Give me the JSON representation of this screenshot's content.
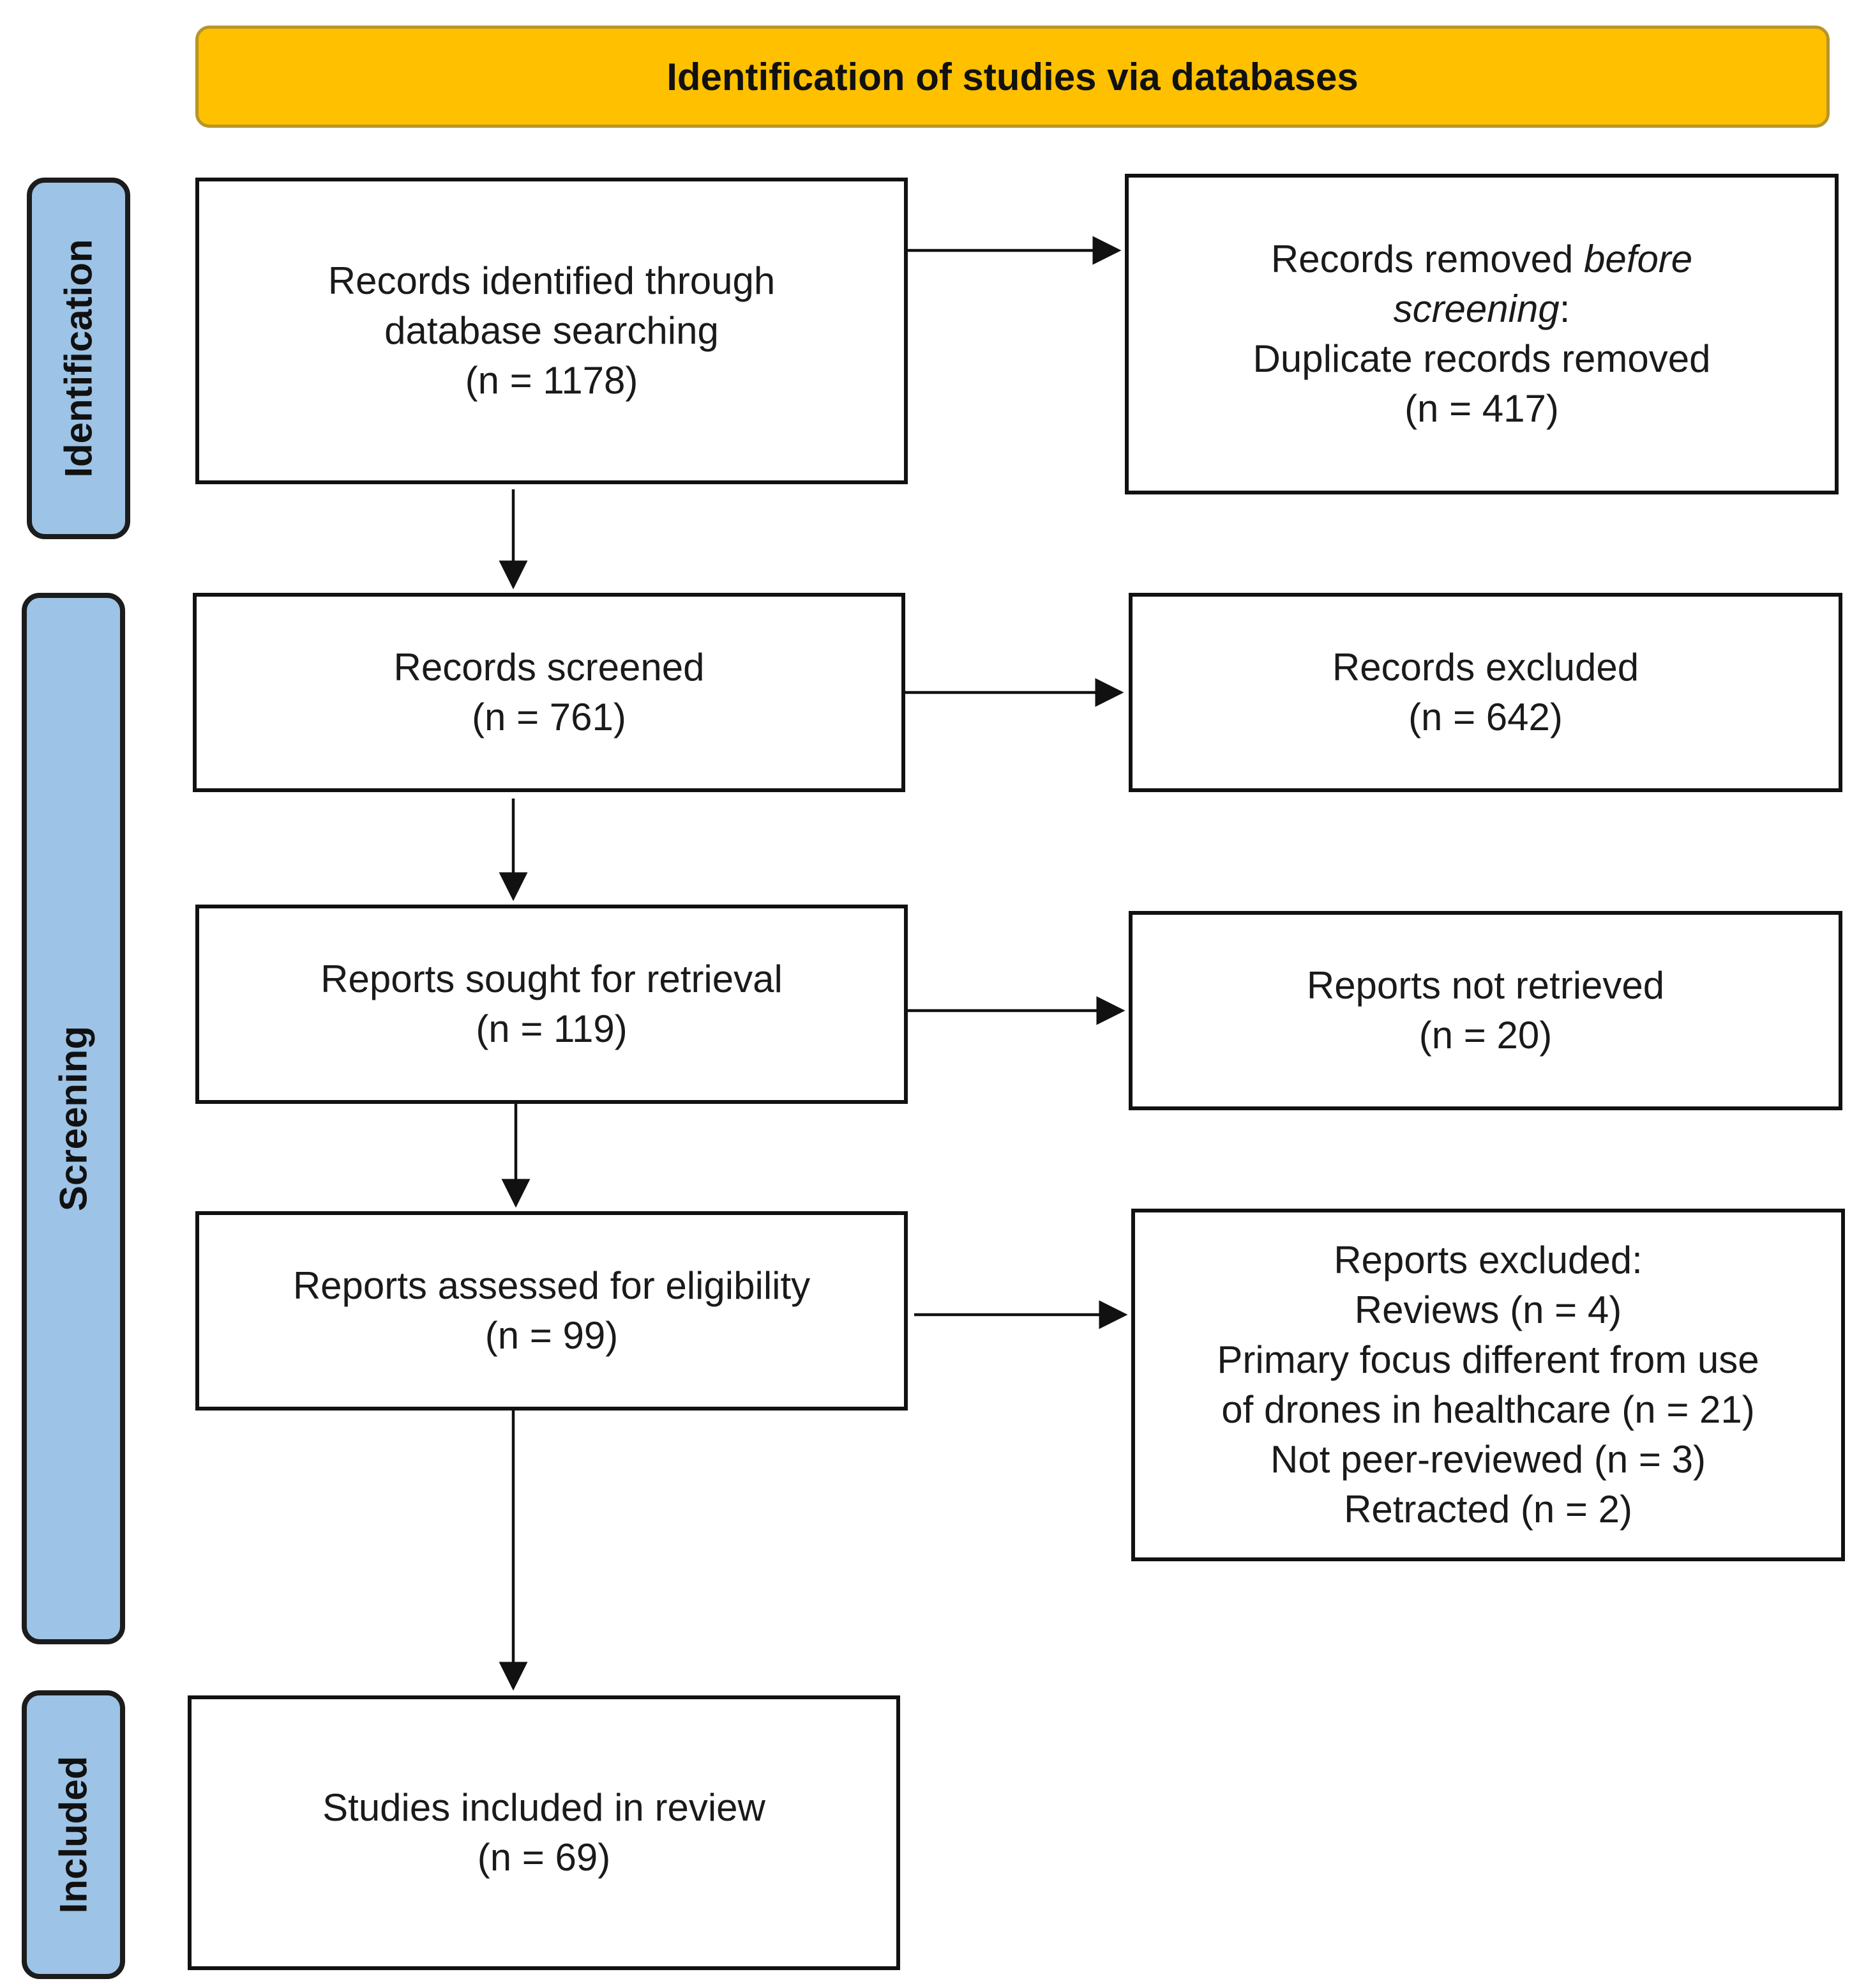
{
  "header": {
    "title": "Identification of studies via databases"
  },
  "phases": {
    "identification": "Identification",
    "screening": "Screening",
    "included": "Included"
  },
  "boxes": {
    "identified": {
      "line1": "Records identified through",
      "line2": "database searching",
      "count": "(n = 1178)"
    },
    "removed": {
      "line1": "Records removed",
      "line1_italic": "before",
      "line2_italic": "screening",
      "line2_suffix": ":",
      "line3": "Duplicate records removed",
      "count": "(n = 417)"
    },
    "screened": {
      "label": "Records screened",
      "count": "(n = 761)"
    },
    "excluded_records": {
      "label": "Records excluded",
      "count": "(n = 642)"
    },
    "sought": {
      "label": "Reports sought for retrieval",
      "count": "(n = 119)"
    },
    "not_retrieved": {
      "label": "Reports not retrieved",
      "count": "(n = 20)"
    },
    "assessed": {
      "label": "Reports assessed for eligibility",
      "count": "(n = 99)"
    },
    "reports_excluded": {
      "title": "Reports excluded:",
      "reasons": [
        "Reviews (n = 4)",
        "Primary focus different from use",
        "of drones in healthcare (n = 21)",
        "Not peer-reviewed (n = 3)",
        "Retracted (n = 2)"
      ]
    },
    "included": {
      "label": "Studies included in review",
      "count": "(n = 69)"
    }
  },
  "colors": {
    "header_fill": "#ffc000",
    "phase_fill": "#9dc3e6",
    "box_border": "#111111"
  }
}
